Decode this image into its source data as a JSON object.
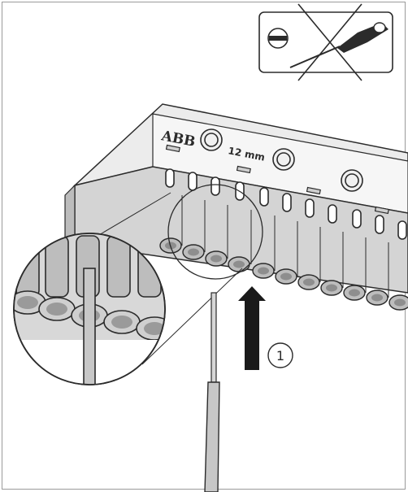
{
  "illustration": {
    "brand_text": "ABB",
    "measurement_label": "12 mm",
    "step_number": "1",
    "tool_hint_icon": "no-screwdriver-icon",
    "insert_direction_icon": "arrow-up-icon",
    "colors": {
      "outline": "#2b2b2b",
      "housing_top": "#f1f1f1",
      "housing_front": "#d4d4d4",
      "socket": "#bdbdbd",
      "socket_hole": "#8e8e8e",
      "wire": "#c7c7c7",
      "arrow": "#1a1a1a",
      "frame": "#9a9a9a"
    }
  }
}
